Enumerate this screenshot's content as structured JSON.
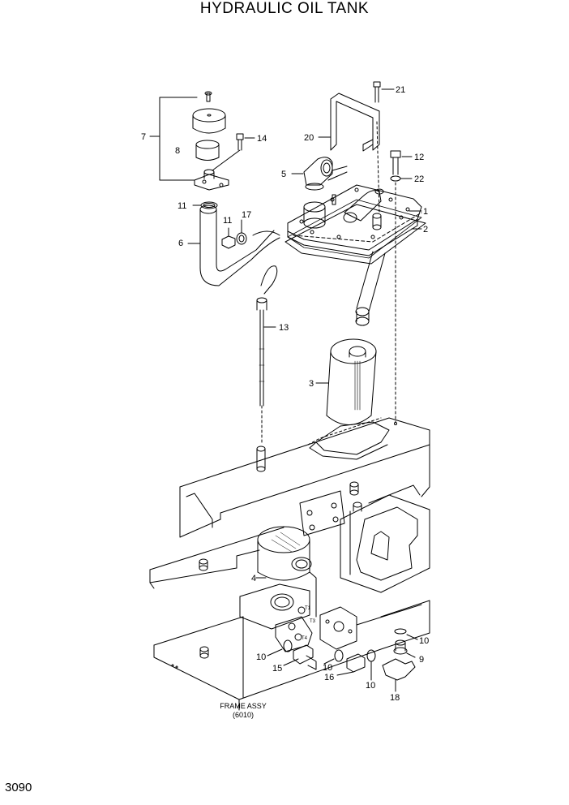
{
  "title": "HYDRAULIC OIL TANK",
  "page_number": "3090",
  "frame_caption": {
    "line1": "FRAME ASSY",
    "line2": "(6010)"
  },
  "callouts": [
    {
      "id": "c7",
      "text": "7"
    },
    {
      "id": "c8",
      "text": "8"
    },
    {
      "id": "c14",
      "text": "14"
    },
    {
      "id": "c20",
      "text": "20"
    },
    {
      "id": "c21",
      "text": "21"
    },
    {
      "id": "c12",
      "text": "12"
    },
    {
      "id": "c22",
      "text": "22"
    },
    {
      "id": "c5",
      "text": "5"
    },
    {
      "id": "c1",
      "text": "1"
    },
    {
      "id": "c2",
      "text": "2"
    },
    {
      "id": "c11a",
      "text": "11"
    },
    {
      "id": "c11b",
      "text": "11"
    },
    {
      "id": "c17",
      "text": "17"
    },
    {
      "id": "c6",
      "text": "6"
    },
    {
      "id": "c13",
      "text": "13"
    },
    {
      "id": "c3",
      "text": "3"
    },
    {
      "id": "c4",
      "text": "4"
    },
    {
      "id": "c10a",
      "text": "10"
    },
    {
      "id": "c10b",
      "text": "10"
    },
    {
      "id": "c10c",
      "text": "10"
    },
    {
      "id": "c10d",
      "text": "10"
    },
    {
      "id": "c9",
      "text": "9"
    },
    {
      "id": "c15",
      "text": "15"
    },
    {
      "id": "c16",
      "text": "16"
    },
    {
      "id": "c18",
      "text": "18"
    }
  ],
  "port_labels": {
    "t1": "T1",
    "t3": "T3",
    "t4": "T4"
  }
}
